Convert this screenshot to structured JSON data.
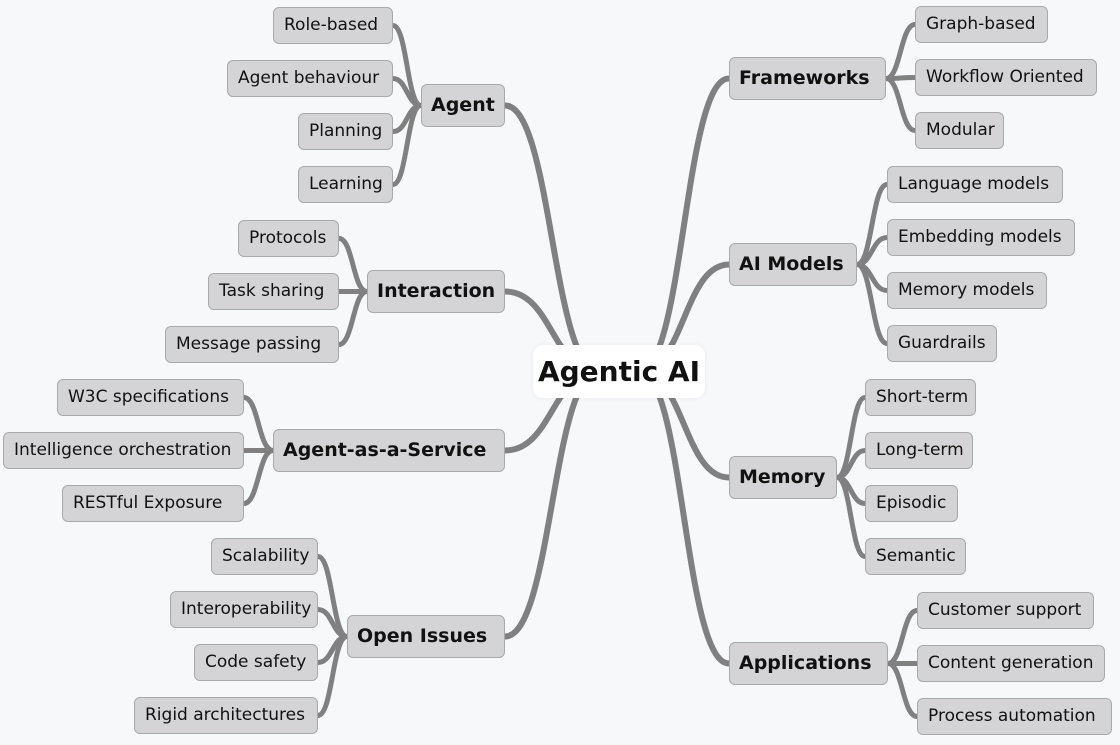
{
  "root": "Agentic AI",
  "left": [
    {
      "label": "Agent",
      "children": [
        "Role-based",
        "Agent behaviour",
        "Planning",
        "Learning"
      ]
    },
    {
      "label": "Interaction",
      "children": [
        "Protocols",
        "Task sharing",
        "Message passing"
      ]
    },
    {
      "label": "Agent-as-a-Service",
      "children": [
        "W3C specifications",
        "Intelligence orchestration",
        "RESTful Exposure"
      ]
    },
    {
      "label": "Open Issues",
      "children": [
        "Scalability",
        "Interoperability",
        "Code safety",
        "Rigid architectures"
      ]
    }
  ],
  "right": [
    {
      "label": "Frameworks",
      "children": [
        "Graph-based",
        "Workflow Oriented",
        "Modular"
      ]
    },
    {
      "label": "AI Models",
      "children": [
        "Language models",
        "Embedding models",
        "Memory models",
        "Guardrails"
      ]
    },
    {
      "label": "Memory",
      "children": [
        "Short-term",
        "Long-term",
        "Episodic",
        "Semantic"
      ]
    },
    {
      "label": "Applications",
      "children": [
        "Customer support",
        "Content generation",
        "Process automation"
      ]
    }
  ],
  "colors": {
    "link": "#808080",
    "node_fill": "#d4d4d6",
    "node_border": "#a9a9ab",
    "background": "#f7f8fa"
  }
}
